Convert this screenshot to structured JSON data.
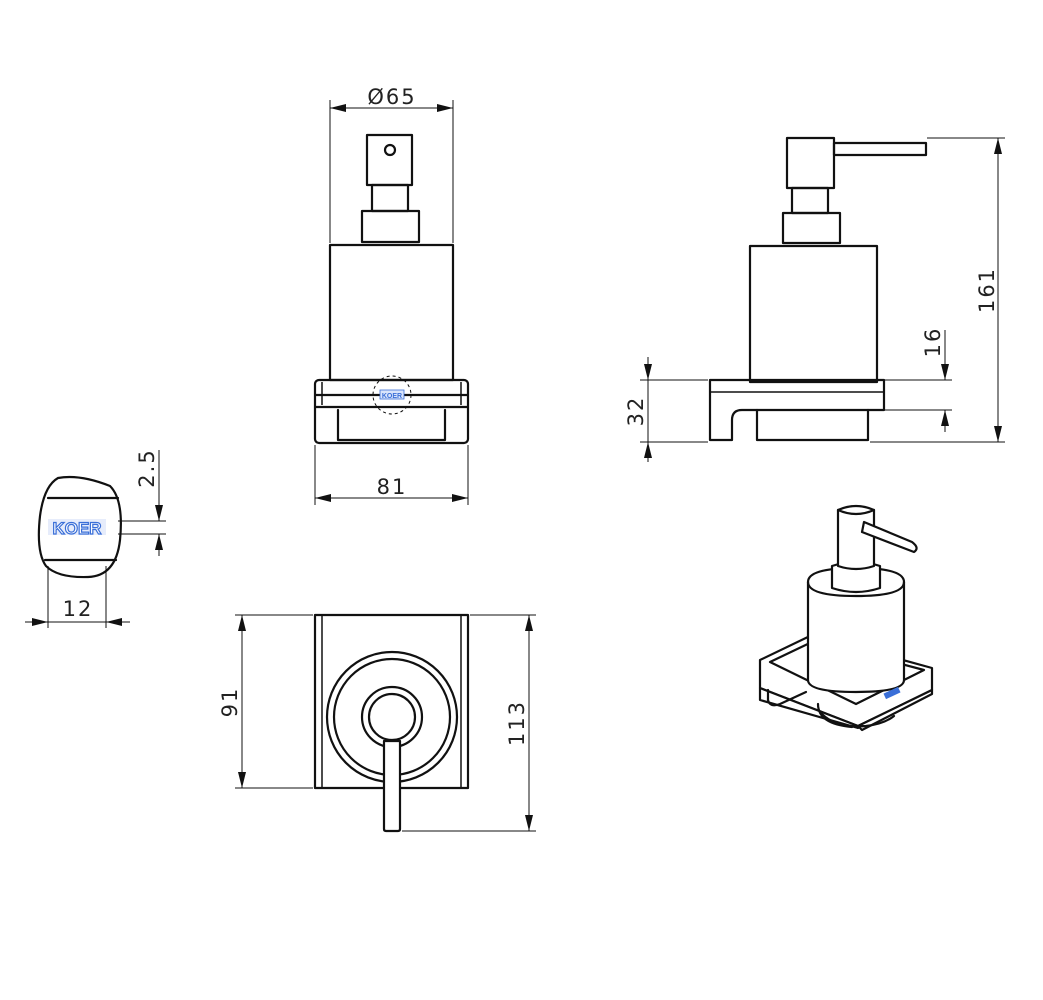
{
  "dimensions": {
    "diameter": "Ø65",
    "base_width": "81",
    "total_height": "161",
    "bracket_height": "32",
    "bracket_thickness": "16",
    "logo_thickness": "2.5",
    "logo_width": "12",
    "plate_height": "91",
    "overall_depth": "113"
  },
  "logo": {
    "text": "KOER",
    "color": "#3a6fd8"
  }
}
